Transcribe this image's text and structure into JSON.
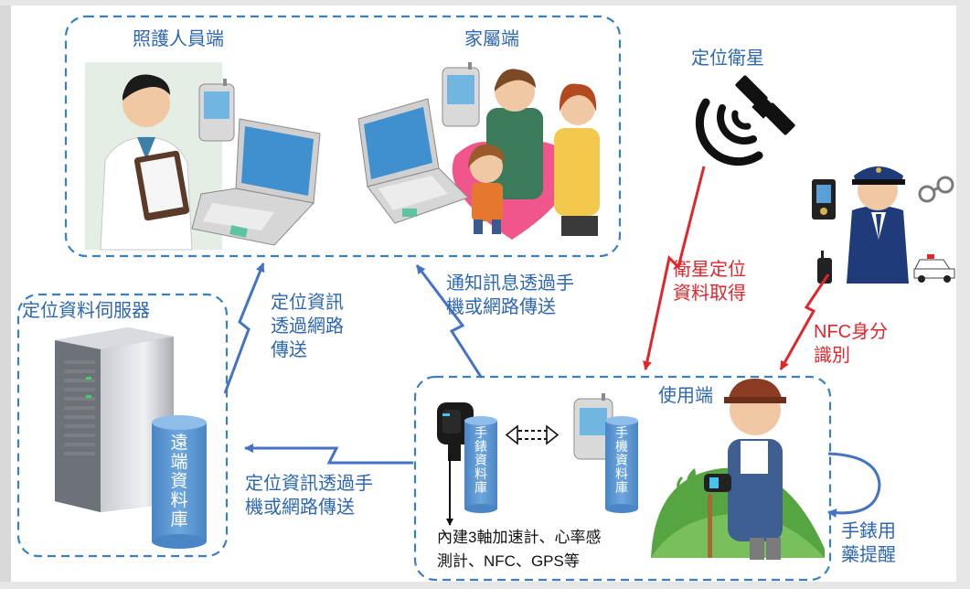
{
  "groups": {
    "caregiver": "照護人員端",
    "family": "家屬端",
    "server": "定位資料伺服器",
    "satellite": "定位衛星",
    "user": "使用端"
  },
  "databases": {
    "remote": "遠端資料庫",
    "watch": "手錶資料庫",
    "phone": "手機資料庫"
  },
  "flows": {
    "server_to_care_1": "定位資訊",
    "server_to_care_2": "透過網路",
    "server_to_care_3": "傳送",
    "user_to_family_1": "通知訊息透過手",
    "user_to_family_2": "機或網路傳送",
    "user_to_server_1": "定位資訊透過手",
    "user_to_server_2": "機或網路傳送",
    "satellite_1": "衛星定位",
    "satellite_2": "資料取得",
    "nfc_1": "NFC身分",
    "nfc_2": "識別",
    "reminder_1": "手錶用",
    "reminder_2": "藥提醒"
  },
  "sensors": {
    "line1": "內建3軸加速計、心率感",
    "line2": "測計、NFC、GPS等"
  },
  "colors": {
    "blue_text": "#2e67b1",
    "red_text": "#e0262d",
    "dashed_border": "#3a7fc4",
    "database": "#5b9bd5",
    "arrow_blue": "#4472c4",
    "arrow_red": "#e0262d"
  }
}
